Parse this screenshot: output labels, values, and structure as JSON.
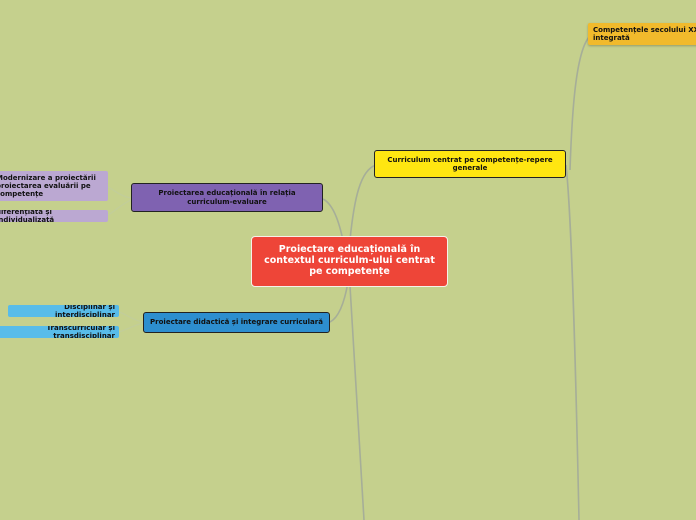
{
  "central": {
    "label": "Proiectare educațională în contextul curriculm-ului centrat pe competențe"
  },
  "branches": {
    "curriculum": {
      "label": "Curriculum centrat pe competențe-repere generale"
    },
    "evaluare": {
      "label": "Proiectarea educațională în relația curriculum-evaluare"
    },
    "didactica": {
      "label": "Proiectare didactică și integrare curriculară"
    },
    "competente": {
      "label": "Competențele secolului XXI integrată"
    }
  },
  "leaves": {
    "modernizare": {
      "label": "Modernizare a proiectării proiectarea evaluării pe competențe"
    },
    "diferentiata": {
      "label": "diferențiată și individualizată"
    },
    "interdisciplinar": {
      "label": "Disciplinar și interdisciplinar"
    },
    "transdisciplinar": {
      "label": "Transcurricular și transdisciplinar"
    }
  },
  "colors": {
    "background": "#c5d08d",
    "central": "#ee4538",
    "curriculum": "#ffe611",
    "evaluare": "#7f62b1",
    "didactica": "#2d8ecf",
    "competente": "#f1ba2c",
    "leaf_purple": "#bba8d2",
    "leaf_blue": "#58bce9",
    "connector": "#a7b18f"
  }
}
